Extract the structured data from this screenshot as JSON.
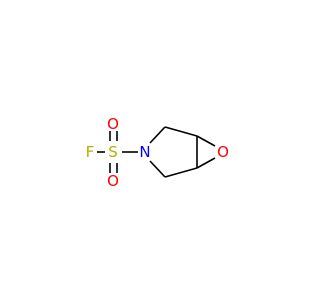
{
  "molecule": {
    "atoms": [
      {
        "id": "F",
        "symbol": "F",
        "color": "#b2b200"
      },
      {
        "id": "S",
        "symbol": "S",
        "color": "#b2b200"
      },
      {
        "id": "O_top",
        "symbol": "O",
        "color": "#ff0000"
      },
      {
        "id": "O_bottom",
        "symbol": "O",
        "color": "#ff0000"
      },
      {
        "id": "N",
        "symbol": "N",
        "color": "#0000ff"
      },
      {
        "id": "O_epoxide",
        "symbol": "O",
        "color": "#ff0000"
      }
    ],
    "bond_color": "#000000"
  }
}
